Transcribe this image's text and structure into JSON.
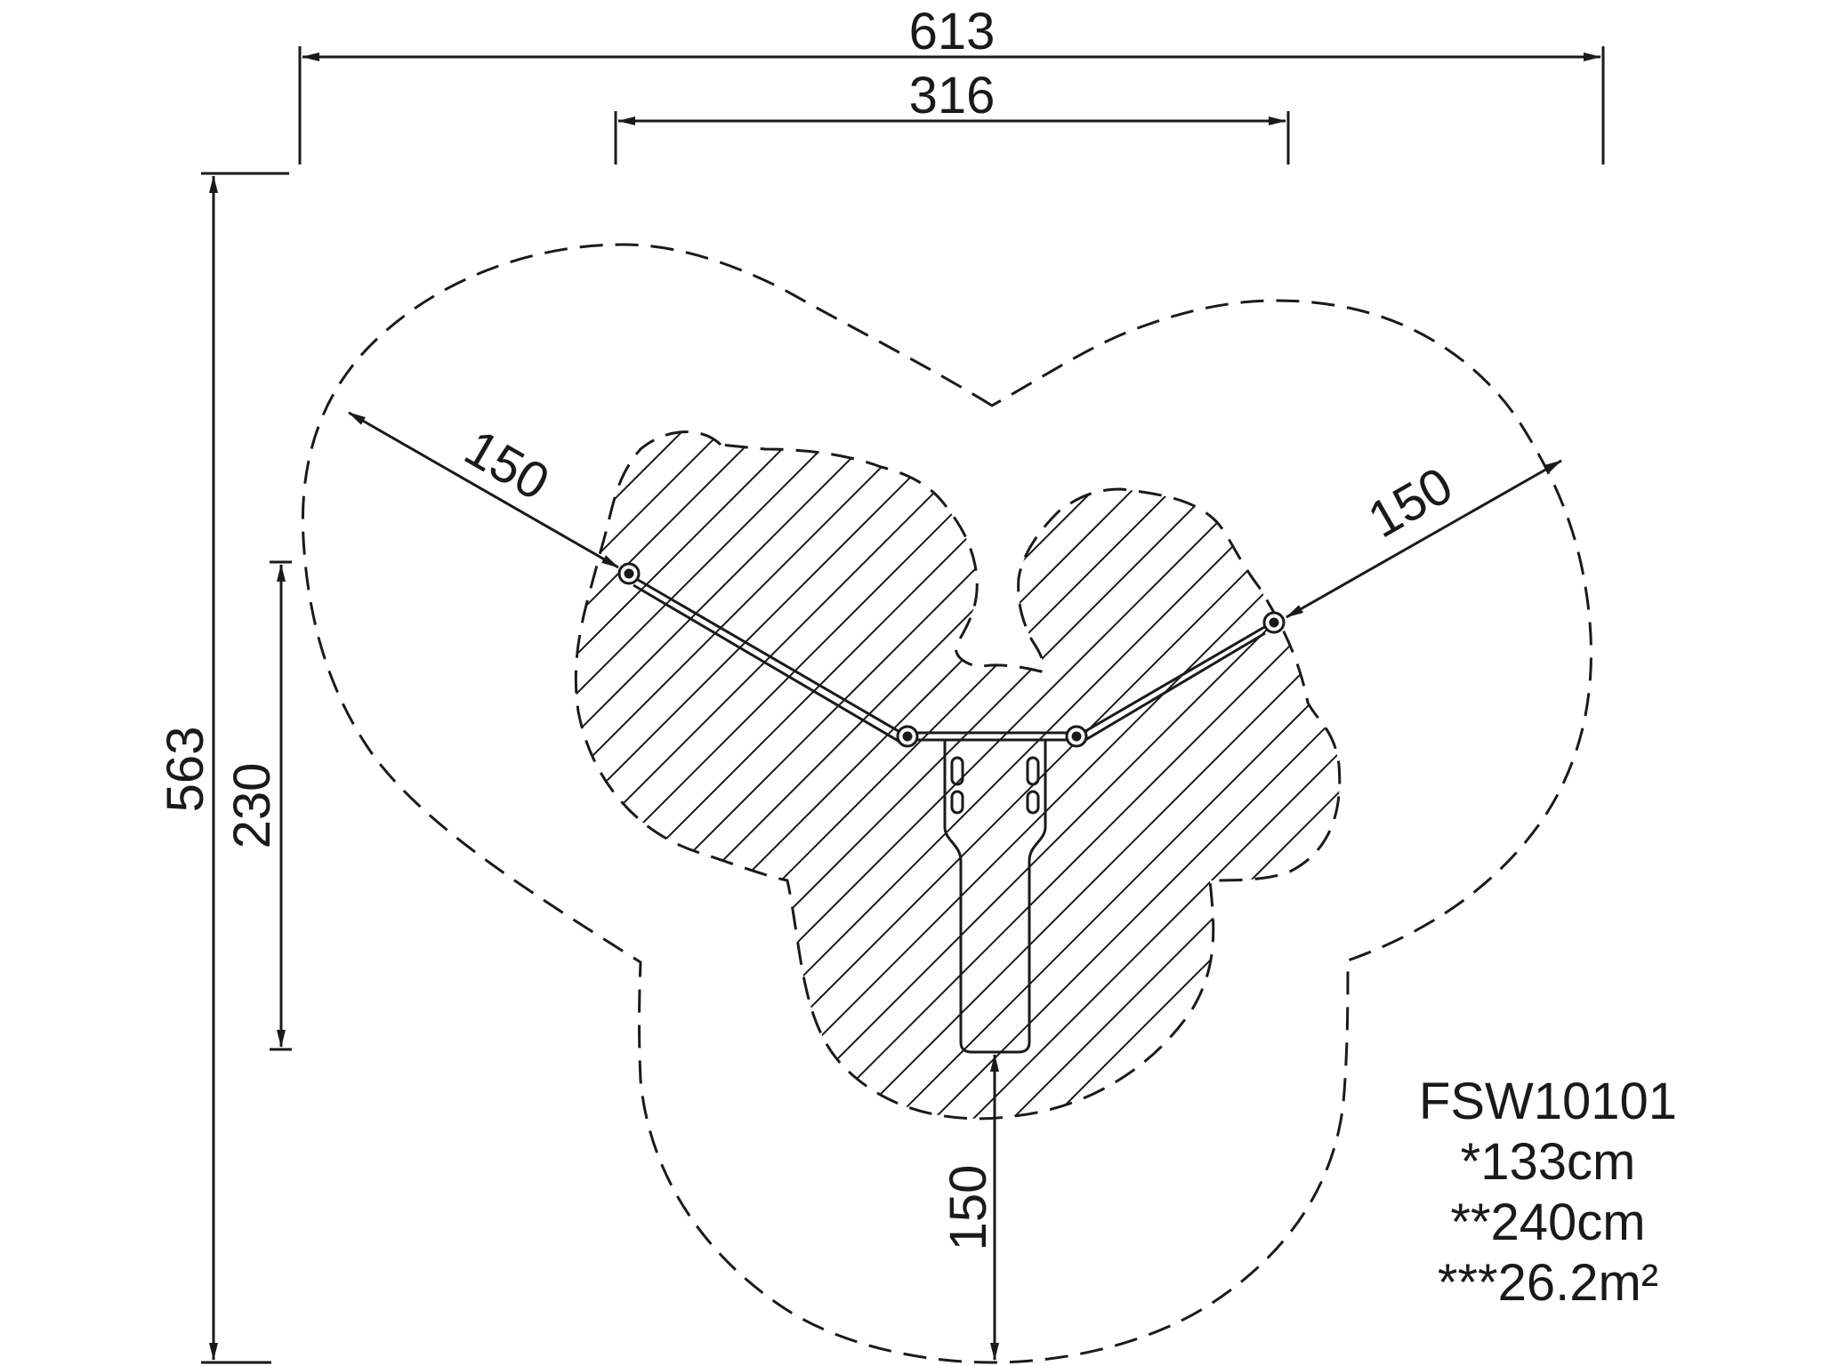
{
  "dimensions": {
    "overall_width": "613",
    "inner_width": "316",
    "overall_depth": "563",
    "inner_depth": "230",
    "left_clearance": "150",
    "right_clearance": "150",
    "front_clearance": "150"
  },
  "product": {
    "code": "FSW10101",
    "fall_height": "*133cm",
    "free_height": "**240cm",
    "safety_area": "***26.2m²"
  },
  "colors": {
    "line": "#1a1a1a",
    "background": "#ffffff"
  }
}
